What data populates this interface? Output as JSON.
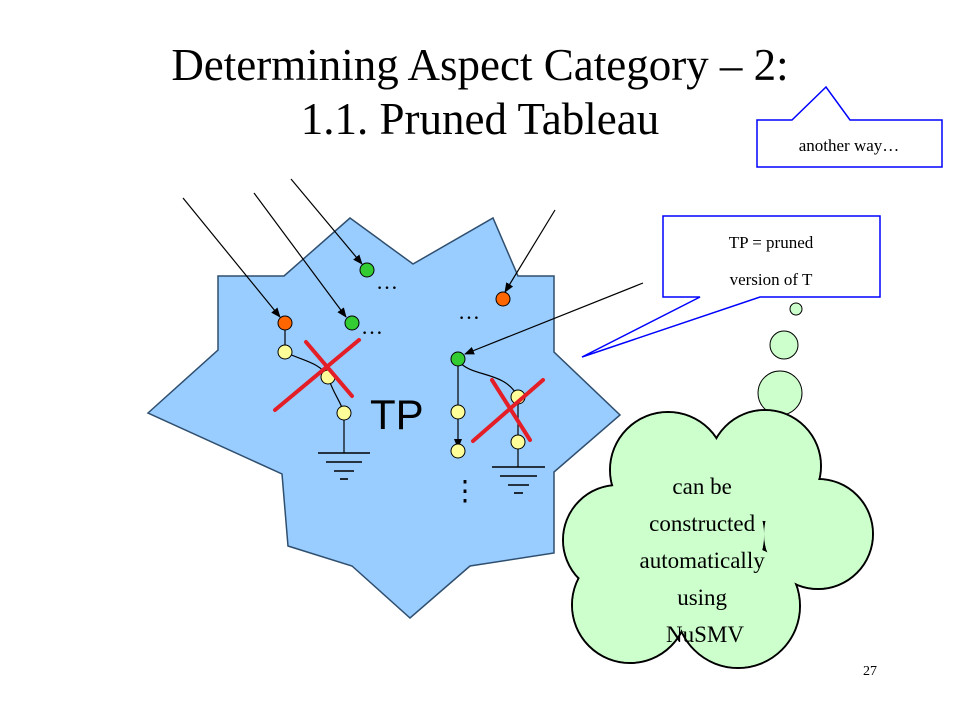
{
  "slide": {
    "title_line1": "Determining Aspect Category – 2:",
    "title_line2": "1.1. Pruned Tableau",
    "page_number": "27"
  },
  "diagram": {
    "star_label": "TP",
    "ellipsis": "…",
    "vertical_dots": "⋮",
    "callout_top": "another way…",
    "callout_tp_line1": "TP = pruned",
    "callout_tp_line2": "version of T",
    "cloud_lines": [
      "can be",
      "constructed",
      "automatically",
      "using",
      "NuSMV"
    ]
  },
  "colors": {
    "star_fill": "#99ccff",
    "node_green": "#33cc33",
    "node_orange": "#ff6600",
    "node_yellow": "#ffff99",
    "cross_red": "#e41e26",
    "cloud_fill": "#ccffcc",
    "callout_border": "#0000ff"
  }
}
